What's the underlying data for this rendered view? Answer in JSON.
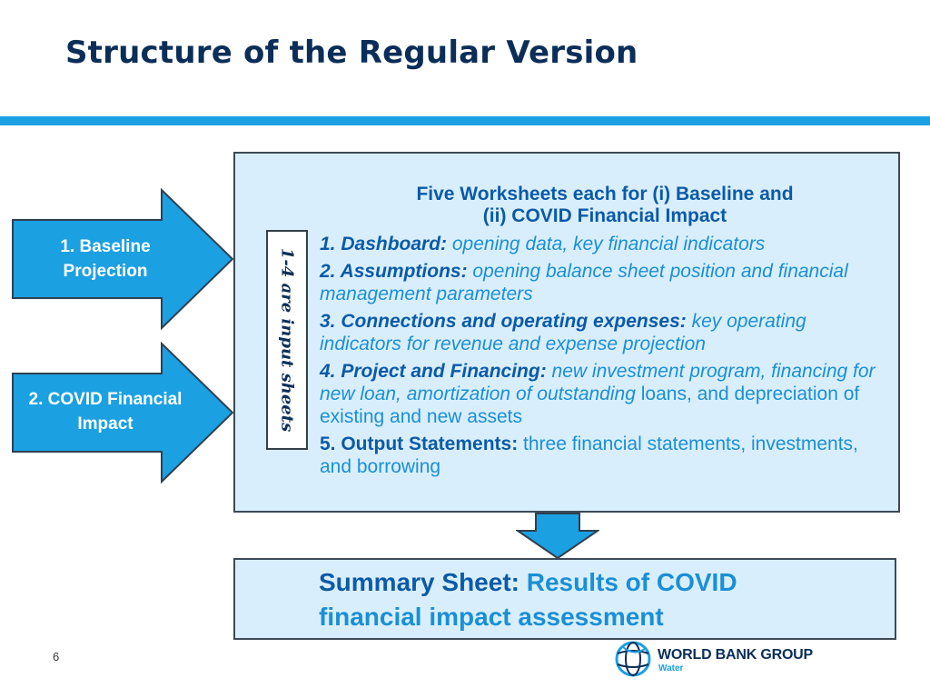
{
  "slide": {
    "title": "Structure of the Regular Version",
    "page_number": "6"
  },
  "inputs": [
    {
      "label": "1. Baseline Projection"
    },
    {
      "label": "2. COVID Financial Impact"
    }
  ],
  "worksheets": {
    "side_label": "1-4 are input sheets",
    "heading_line1": "Five Worksheets each for (i) Baseline and",
    "heading_line2": "(ii) COVID Financial Impact",
    "items": [
      {
        "key": "1. Dashboard:",
        "desc": "opening data, key financial indicators"
      },
      {
        "key": "2. Assumptions:",
        "desc": "opening balance sheet position and financial management parameters"
      },
      {
        "key": "3. Connections and operating expenses:",
        "desc": "key operating indicators for revenue and expense projection"
      },
      {
        "key": "4. Project and Financing:",
        "desc": "new investment program, financing for new loan, amortization of outstanding",
        "desc_tail": "loans, and depreciation of existing and new assets"
      },
      {
        "key": "5. Output Statements:",
        "desc": "three financial statements, investments, and borrowing"
      }
    ]
  },
  "summary": {
    "key": "Summary Sheet:",
    "desc": "Results of COVID financial impact assessment"
  },
  "logo": {
    "name": "WORLD BANK GROUP",
    "sub": "Water"
  },
  "colors": {
    "title": "#0b2e59",
    "accent_bar": "#1ba0e2",
    "arrow_fill": "#1ba0e2",
    "box_fill": "#d9eefc",
    "key_text": "#0b5aa8",
    "desc_text": "#1a8fd6"
  }
}
